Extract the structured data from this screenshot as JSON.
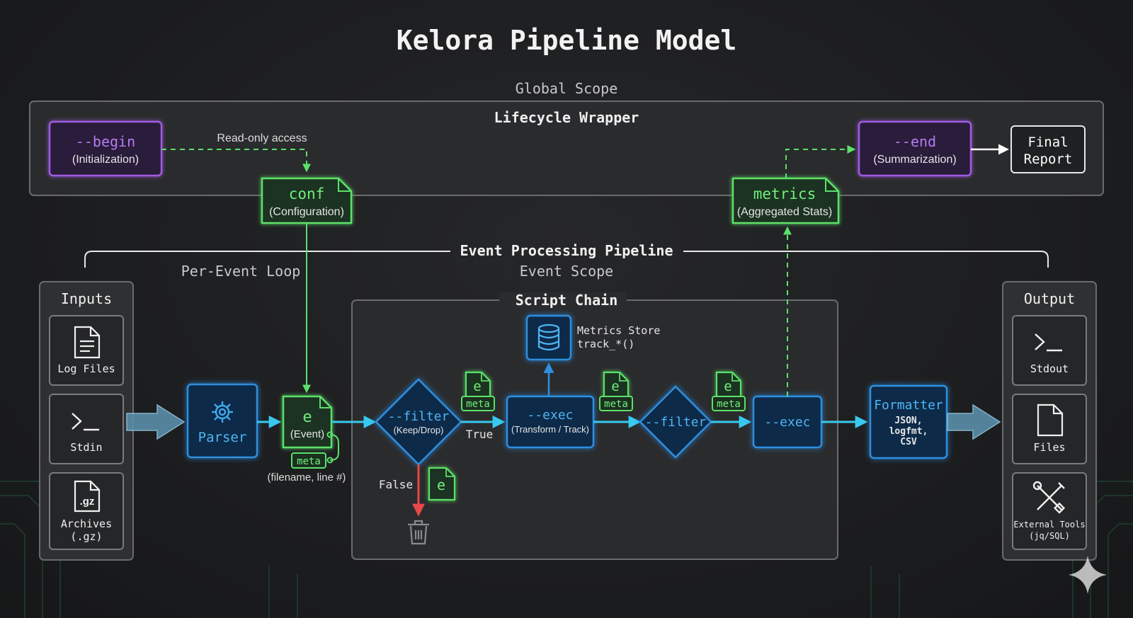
{
  "title": "Kelora Pipeline Model",
  "global_scope": "Global Scope",
  "lifecycle_wrapper": "Lifecycle Wrapper",
  "begin": {
    "name": "--begin",
    "desc": "(Initialization)"
  },
  "read_only": "Read-only access",
  "end": {
    "name": "--end",
    "desc": "(Summarization)"
  },
  "final_report": {
    "line1": "Final",
    "line2": "Report"
  },
  "conf": {
    "name": "conf",
    "desc": "(Configuration)"
  },
  "metrics": {
    "name": "metrics",
    "desc": "(Aggregated Stats)"
  },
  "pipeline_title": "Event Processing Pipeline",
  "per_event_loop": "Per-Event Loop",
  "event_scope": "Event Scope",
  "script_chain": "Script Chain",
  "inputs": {
    "title": "Inputs",
    "items": [
      {
        "label1": "Log Files",
        "label2": ""
      },
      {
        "label1": "Stdin",
        "label2": ""
      },
      {
        "label1": "Archives",
        "label2": "(.gz)"
      }
    ]
  },
  "gz_text": ".gz",
  "parser": "Parser",
  "event": {
    "name": "e",
    "desc": "(Event)"
  },
  "meta_label": "meta",
  "meta_desc": "(filename, line #)",
  "filter1": {
    "name": "--filter",
    "desc": "(Keep/Drop)"
  },
  "true_label": "True",
  "false_label": "False",
  "exec1": {
    "name": "--exec",
    "desc": "(Transform / Track)"
  },
  "metrics_store": {
    "line1": "Metrics Store",
    "line2": "track_*()"
  },
  "filter2": "--filter",
  "exec2": "--exec",
  "formatter": {
    "name": "Formatter",
    "line1": "JSON,",
    "line2": "logfmt,",
    "line3": "CSV"
  },
  "output": {
    "title": "Output",
    "items": [
      {
        "label1": "Stdout",
        "label2": ""
      },
      {
        "label1": "Files",
        "label2": ""
      },
      {
        "label1": "External Tools",
        "label2": "(jq/SQL)"
      }
    ]
  },
  "colors": {
    "purple": "#a05ce0",
    "green": "#5be06a",
    "blue": "#2f8fe0",
    "cyan": "#38c9f0",
    "red": "#e84848"
  }
}
